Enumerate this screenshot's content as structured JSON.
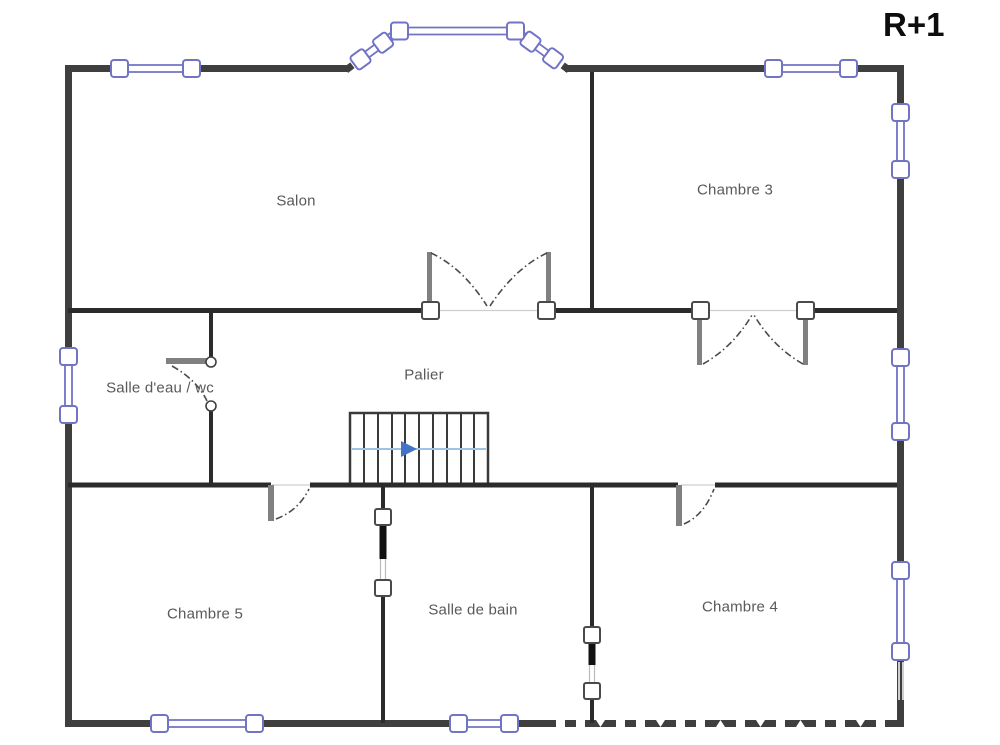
{
  "floor_label": "R+1",
  "rooms": {
    "salon": "Salon",
    "chambre3": "Chambre 3",
    "salle_eau_wc": "Salle d'eau / wc",
    "palier": "Palier",
    "chambre5": "Chambre 5",
    "salle_de_bain": "Salle de bain",
    "chambre4": "Chambre 4"
  },
  "colors": {
    "outer_wall": "#3f3f3f",
    "inner_wall": "#2b2b2b",
    "window_frame": "#7173c5",
    "door_leaf": "#808080",
    "label_text": "#595959",
    "stairs_arrow": "#4472c4",
    "stairs_guide": "#9dc3e6",
    "background": "#ffffff"
  }
}
